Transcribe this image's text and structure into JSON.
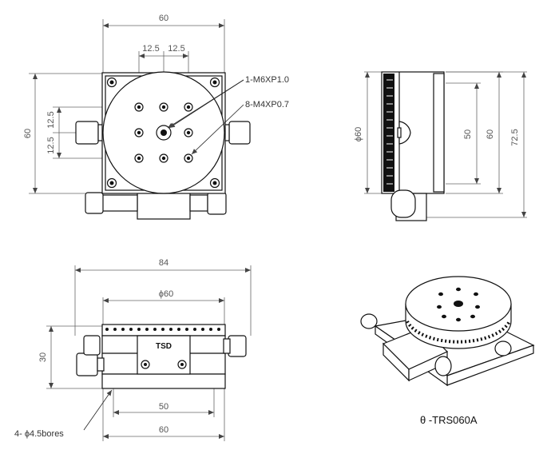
{
  "top_view": {
    "dim_width": "60",
    "dim_pitch_a": "12.5",
    "dim_pitch_b": "12.5",
    "dim_height": "60",
    "dim_vpitch_a": "12.5",
    "dim_vpitch_b": "12.5",
    "callout_center": "1-M6XP1.0",
    "callout_holes": "8-M4XP0.7"
  },
  "side_view": {
    "dim_diameter": "ϕ60",
    "dim_50": "50",
    "dim_60": "60",
    "dim_72_5": "72.5"
  },
  "front_view": {
    "dim_84": "84",
    "dim_diameter": "ϕ60",
    "dim_30": "30",
    "dim_50": "50",
    "dim_60": "60",
    "bores_note": "4- ϕ4.5bores",
    "logo_text": "TSD"
  },
  "caption": "θ -TRS060A"
}
